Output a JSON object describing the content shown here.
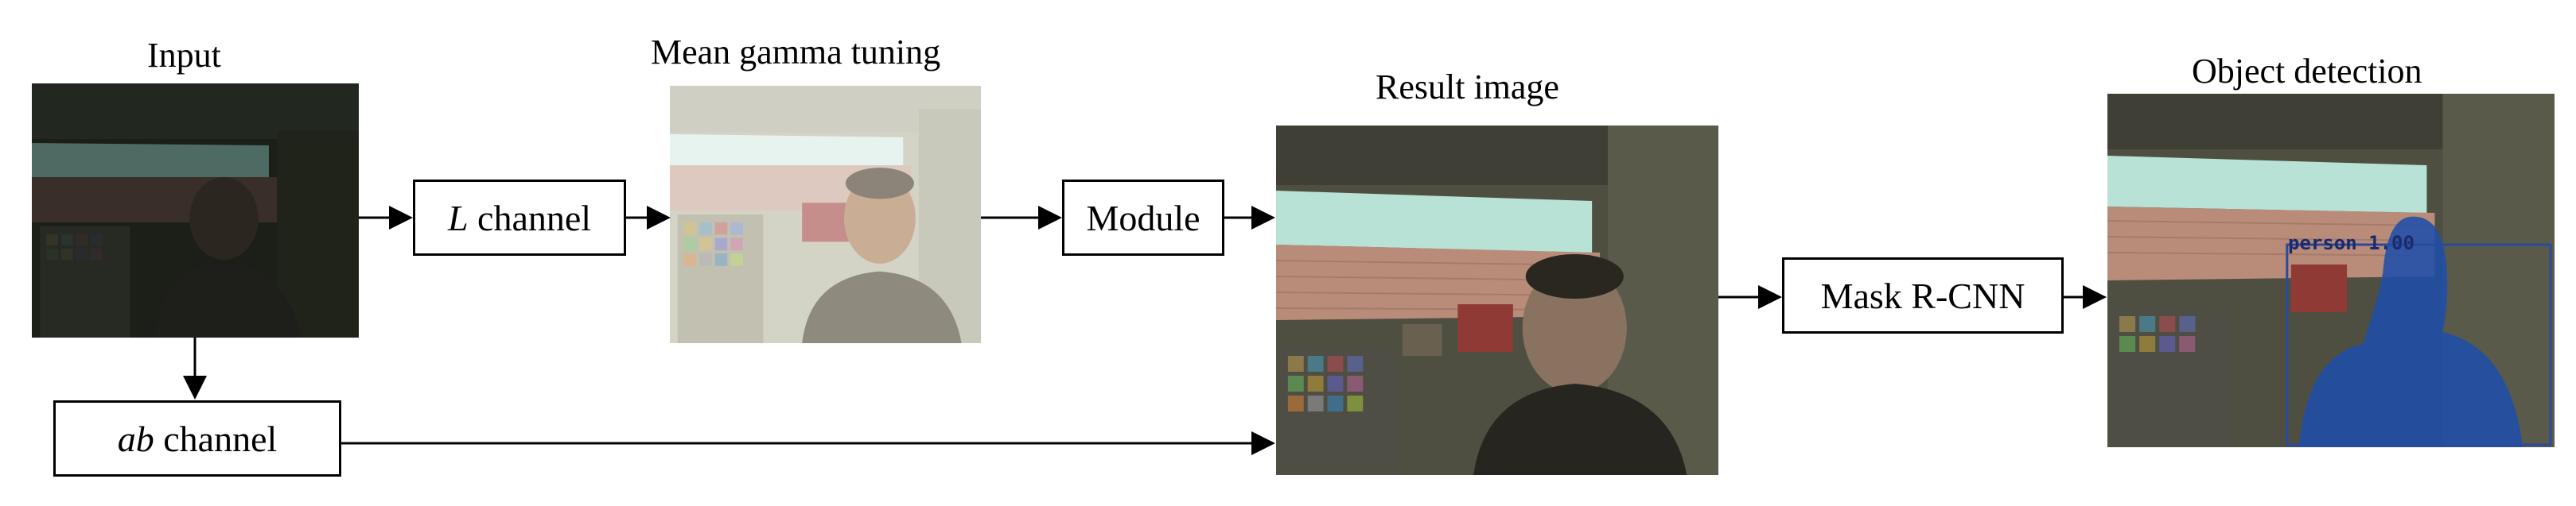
{
  "titles": {
    "input": "Input",
    "gamma": "Mean gamma tuning",
    "result": "Result image",
    "detection": "Object detection"
  },
  "boxes": {
    "l_channel": {
      "var": "L",
      "text": "channel"
    },
    "ab_channel": {
      "var": "ab",
      "text": "channel"
    },
    "module": "Module",
    "mask_rcnn": "Mask R-CNN"
  },
  "detection_label": "person 1.00",
  "colors": {
    "detection_box": "#2a4a9e",
    "mask": "#1f4fa8",
    "sky": "#b9e2d6",
    "roof": "#b98c79"
  }
}
